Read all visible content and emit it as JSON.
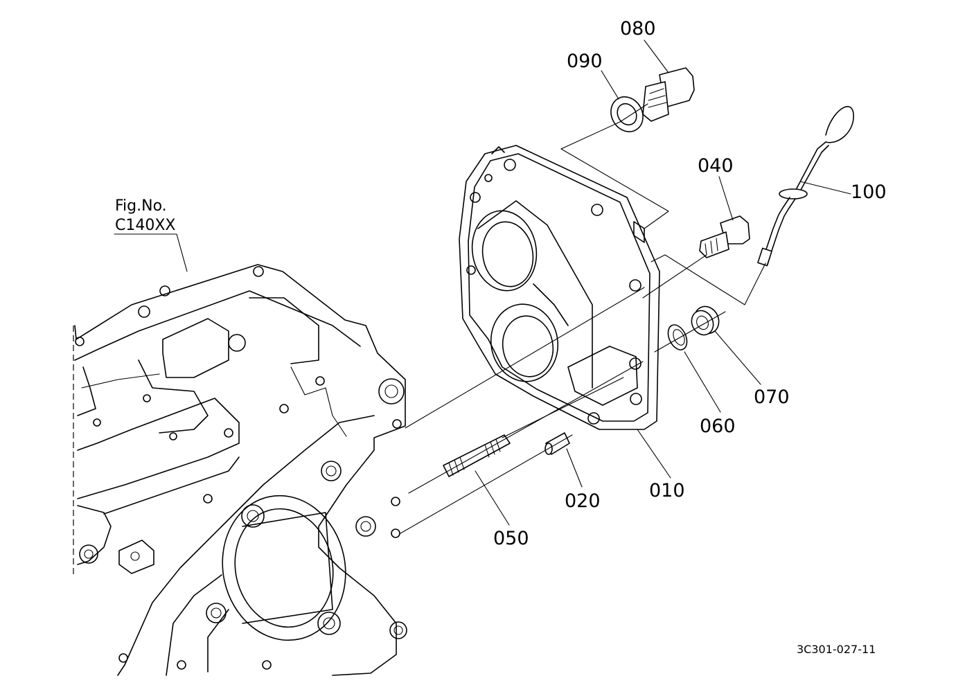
{
  "figure": {
    "ref_line1": "Fig.No.",
    "ref_line2": "C140XX",
    "drawing_code": "3C301-027-11"
  },
  "callouts": [
    {
      "id": "080",
      "label": "080"
    },
    {
      "id": "090",
      "label": "090"
    },
    {
      "id": "040",
      "label": "040"
    },
    {
      "id": "100",
      "label": "100"
    },
    {
      "id": "070",
      "label": "070"
    },
    {
      "id": "060",
      "label": "060"
    },
    {
      "id": "010",
      "label": "010"
    },
    {
      "id": "020",
      "label": "020"
    },
    {
      "id": "050",
      "label": "050"
    }
  ],
  "colors": {
    "ink": "#000000",
    "paper": "#ffffff"
  }
}
